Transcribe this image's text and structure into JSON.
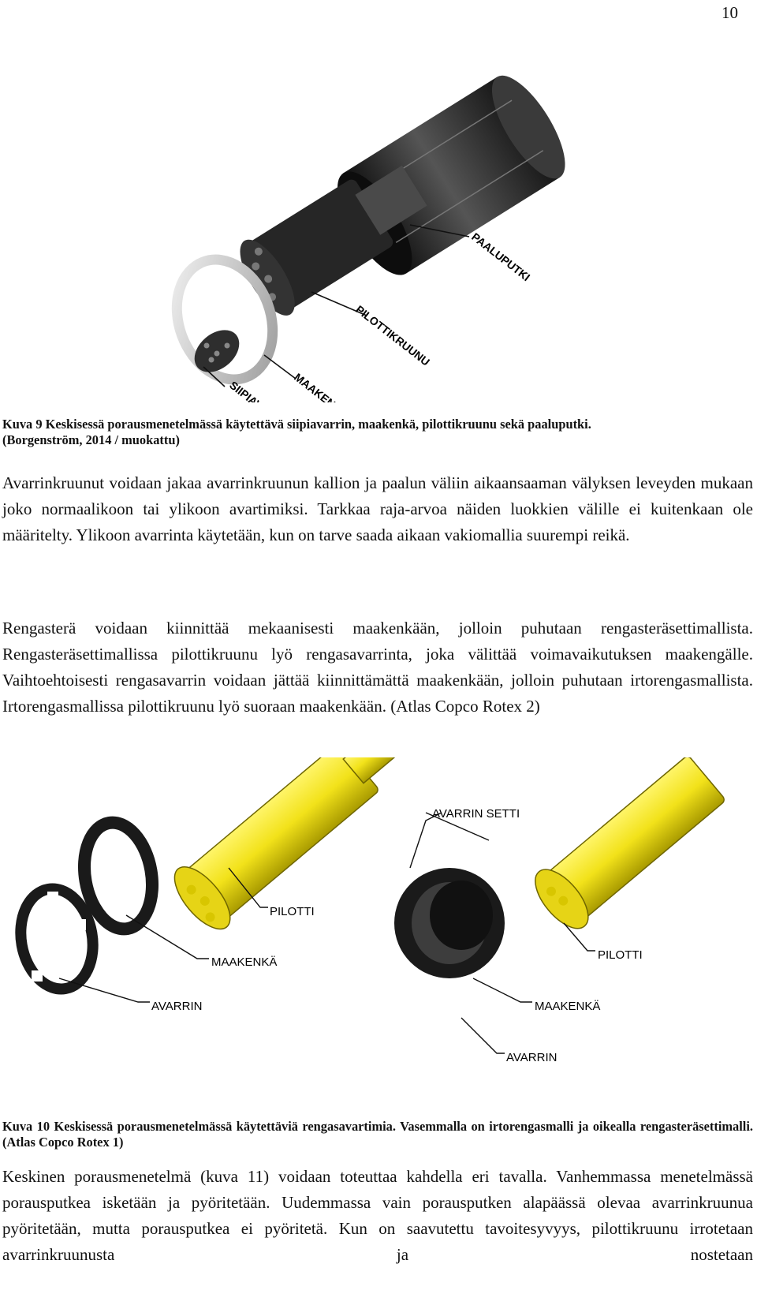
{
  "page": {
    "number": "10"
  },
  "figure1": {
    "labels": {
      "paaluputki": "PAALUPUTKI",
      "pilottikruunu": "PILOTTIKRUUNU",
      "maakenka": "MAAKENKÄ",
      "siipiavarrin": "SIIPIAVARRIN"
    },
    "caption_line1": "Kuva 9 Keskisessä porausmenetelmässä käytettävä siipiavarrin, maakenkä, pilottikruunu sekä paaluputki.",
    "caption_line2": "(Borgenström, 2014 / muokattu)"
  },
  "paragraph1": "Avarrinkruunut voidaan jakaa avarrinkruunun kallion ja paalun väliin aikaansaaman välyksen leveyden mukaan joko normaalikoon tai ylikoon avartimiksi. Tarkkaa raja-arvoa näiden luokkien välille ei kuitenkaan ole määritelty. Ylikoon avarrinta käytetään, kun on tarve saada aikaan vakiomallia suurempi reikä.",
  "paragraph2": "Rengasterä voidaan kiinnittää mekaanisesti maakenkään, jolloin puhutaan rengasteräsettimallista. Rengasteräsettimallissa pilottikruunu lyö rengasavarrinta, joka välittää voimavaikutuksen maakengälle. Vaihtoehtoisesti rengasavarrin voidaan jättää kiinnittämättä maakenkään, jolloin puhutaan irtorengasmallista. Irtorengasmallissa pilottikruunu lyö suoraan maakenkään. (Atlas Copco Rotex 2)",
  "figure2": {
    "labels": {
      "avarrin_setti": "AVARRIN SETTI",
      "pilotti_left": "PILOTTI",
      "maakenka_left": "MAAKENKÄ",
      "avarrin_left": "AVARRIN",
      "pilotti_right": "PILOTTI",
      "maakenka_right": "MAAKENKÄ",
      "avarrin_right": "AVARRIN"
    },
    "caption": "Kuva 10 Keskisessä porausmenetelmässä käytettäviä rengasavartimia. Vasemmalla on irtorengasmalli ja oikealla rengasteräsettimalli. (Atlas Copco Rotex 1)"
  },
  "paragraph3": "Keskinen porausmenetelmä (kuva 11) voidaan toteuttaa kahdella eri tavalla. Vanhemmassa menetelmässä porausputkea isketään ja pyöritetään. Uudemmassa vain porausputken alapäässä olevaa avarrinkruunua pyöritetään, mutta porausputkea ei pyöritetä. Kun on saavutettu tavoitesyvyys, pilottikruunu irrotetaan avarrinkruunusta ja nostetaan",
  "colors": {
    "steel": "#2a2a2a",
    "ring": "#d8d8d8",
    "yellow": "#f2e21a",
    "black": "#1a1a1a"
  }
}
